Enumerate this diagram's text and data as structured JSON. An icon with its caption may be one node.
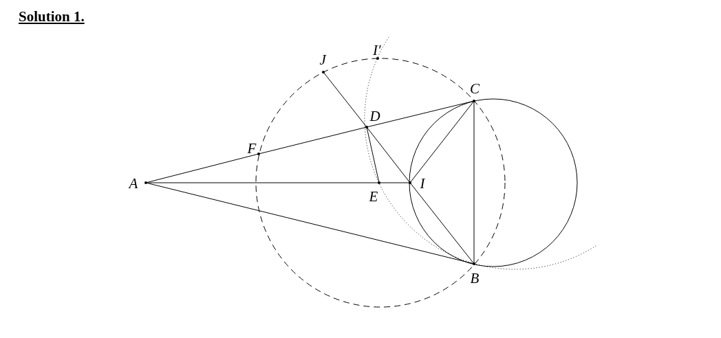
{
  "diagram": {
    "title": "Solution 1.",
    "nodes": [
      {
        "text": [
          "A"
        ]
      },
      {
        "text": [
          "B"
        ]
      },
      {
        "text": [
          "C"
        ]
      },
      {
        "text": [
          "D"
        ]
      },
      {
        "text": [
          "E"
        ]
      },
      {
        "text": [
          "F"
        ]
      },
      {
        "text": [
          "I"
        ]
      },
      {
        "text": [
          "J"
        ]
      },
      {
        "text": [
          "I′"
        ]
      }
    ],
    "edges": [
      {
        "from": 0,
        "to": 5,
        "arrow": "none"
      },
      {
        "from": 5,
        "to": 3,
        "arrow": "none"
      },
      {
        "from": 3,
        "to": 2,
        "arrow": "none"
      },
      {
        "from": 0,
        "to": 4,
        "arrow": "none"
      },
      {
        "from": 4,
        "to": 6,
        "arrow": "none"
      },
      {
        "from": 0,
        "to": 1,
        "arrow": "none"
      },
      {
        "from": 7,
        "to": 3,
        "arrow": "none"
      },
      {
        "from": 3,
        "to": 6,
        "arrow": "none"
      },
      {
        "from": 3,
        "to": 4,
        "arrow": "none"
      },
      {
        "from": 6,
        "to": 2,
        "arrow": "none"
      },
      {
        "from": 6,
        "to": 1,
        "arrow": "none"
      },
      {
        "from": 2,
        "to": 1,
        "arrow": "none"
      }
    ]
  }
}
